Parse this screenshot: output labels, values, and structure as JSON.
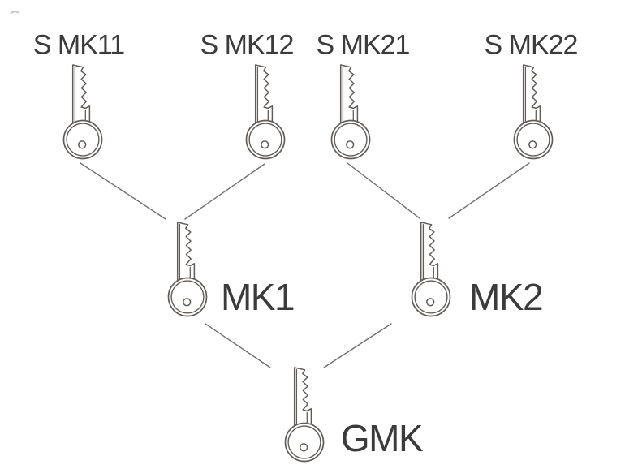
{
  "background": "#ffffff",
  "palette": {
    "background": "#ffffff",
    "key_stroke": "#615c57",
    "connector": "#707070",
    "label": "#3b3b3b"
  },
  "hierarchy": {
    "root": {
      "label": "GMK",
      "icon": "key-icon"
    },
    "masters": [
      {
        "label": "MK1",
        "icon": "key-icon"
      },
      {
        "label": "MK2",
        "icon": "key-icon"
      }
    ],
    "sub_masters": [
      {
        "label": "S MK11",
        "icon": "key-icon"
      },
      {
        "label": "S MK12",
        "icon": "key-icon"
      },
      {
        "label": "S MK21",
        "icon": "key-icon"
      },
      {
        "label": "S MK22",
        "icon": "key-icon"
      }
    ]
  },
  "edges": [
    {
      "from": "S MK11",
      "to": "MK1"
    },
    {
      "from": "S MK12",
      "to": "MK1"
    },
    {
      "from": "S MK21",
      "to": "MK2"
    },
    {
      "from": "S MK22",
      "to": "MK2"
    },
    {
      "from": "MK1",
      "to": "GMK"
    },
    {
      "from": "MK2",
      "to": "GMK"
    }
  ]
}
